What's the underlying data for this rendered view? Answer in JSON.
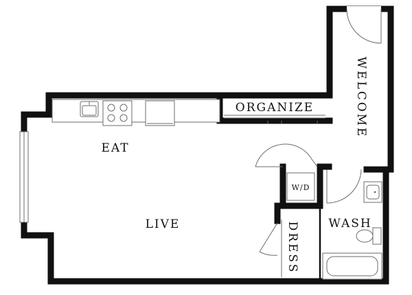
{
  "rooms": {
    "eat": "EAT",
    "live": "LIVE",
    "organize": "ORGANIZE",
    "welcome": "WELCOME",
    "washer_dryer": "W/D",
    "wash": "WASH",
    "dress": "DRESS"
  },
  "fixtures": [
    "kitchen-sink",
    "stove-cooktop",
    "refrigerator",
    "kitchen-counter",
    "bath-sink",
    "toilet",
    "bathtub",
    "washer-dryer"
  ],
  "colors": {
    "wall": "#111111",
    "fixture_line": "#6b6b6b",
    "background": "#ffffff"
  }
}
